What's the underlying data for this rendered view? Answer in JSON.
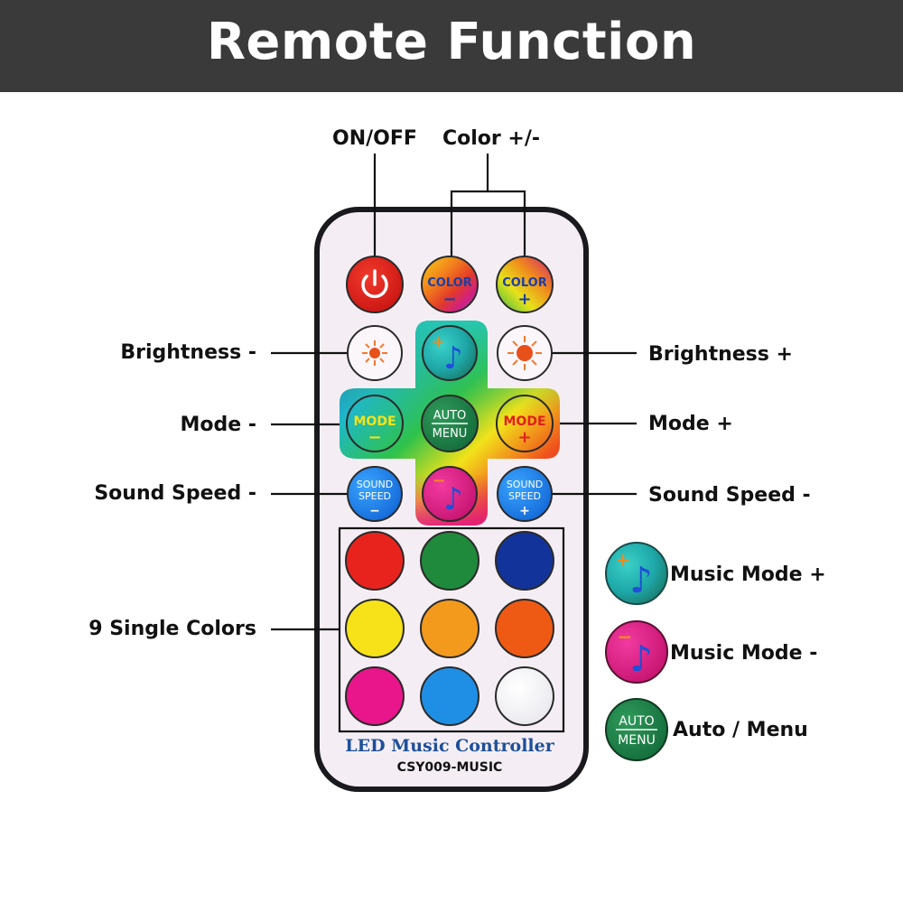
{
  "header": {
    "title": "Remote Function"
  },
  "labels": {
    "on_off": "ON/OFF",
    "color_pm": "Color +/-",
    "brightness_minus": "Brightness -",
    "brightness_plus": "Brightness +",
    "mode_minus": "Mode -",
    "mode_plus": "Mode +",
    "sound_speed_left": "Sound Speed -",
    "sound_speed_right": "Sound Speed -",
    "single_colors": "9 Single Colors"
  },
  "legend": {
    "music_mode_plus": "Music Mode +",
    "music_mode_minus": "Music Mode -",
    "auto_menu": "Auto / Menu"
  },
  "buttons": {
    "color_minus_text": "COLOR",
    "color_minus_sign": "−",
    "color_plus_text": "COLOR",
    "color_plus_sign": "+",
    "mode_text": "MODE",
    "mode_minus_sign": "−",
    "mode_plus_sign": "+",
    "auto_text": "AUTO",
    "menu_text": "MENU",
    "sound_text": "SOUND",
    "speed_text": "SPEED",
    "sound_minus_sign": "−",
    "sound_plus_sign": "+"
  },
  "remote": {
    "brand": "LED Music Controller",
    "model": "CSY009-MUSIC"
  },
  "single_colors": [
    "#e8231d",
    "#1f8a3c",
    "#12349a",
    "#f7e21a",
    "#f39a1c",
    "#ee5a14",
    "#e8168a",
    "#1f8fe6",
    "#ffffff"
  ],
  "colors": {
    "header_bg": "#3a3a3a",
    "power": "#e0201b",
    "remote_body": "#f4eef4"
  }
}
